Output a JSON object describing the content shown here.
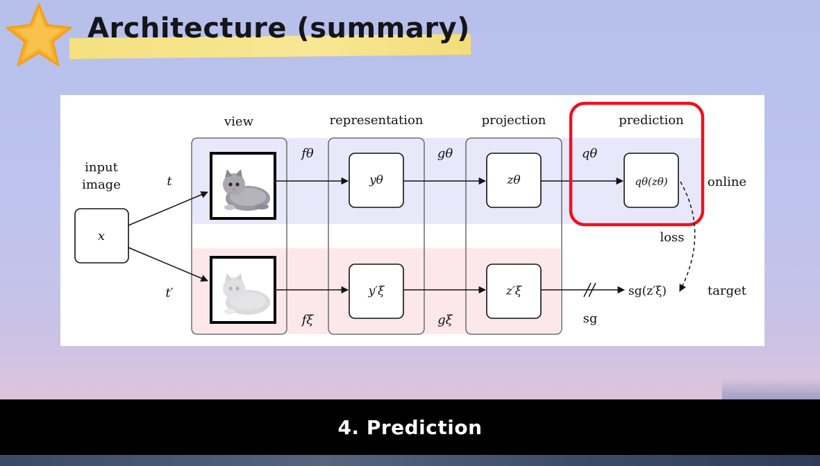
{
  "slide": {
    "title": "Architecture (summary)",
    "caption": "4. Prediction"
  },
  "diagram": {
    "headers": {
      "view": "view",
      "representation": "representation",
      "projection": "projection",
      "prediction": "prediction"
    },
    "input_label_line1": "input",
    "input_label_line2": "image",
    "input_node": "x",
    "aug_online": "t",
    "aug_target": "t′",
    "f_online": "fθ",
    "f_target": "fξ",
    "g_online": "gθ",
    "g_target": "gξ",
    "q_online": "qθ",
    "y_online": "yθ",
    "y_target": "y′ξ",
    "z_online": "zθ",
    "z_target": "z′ξ",
    "pred_node": "qθ(zθ)",
    "sg_node": "sg(z′ξ)",
    "sg_label": "sg",
    "loss_label": "loss",
    "online_label": "online",
    "target_label": "target"
  },
  "colors": {
    "online_band": "#e8e8fb",
    "target_band": "#fce8ea",
    "highlight": "#f0101e",
    "title_highlight": "#f8e27a"
  }
}
